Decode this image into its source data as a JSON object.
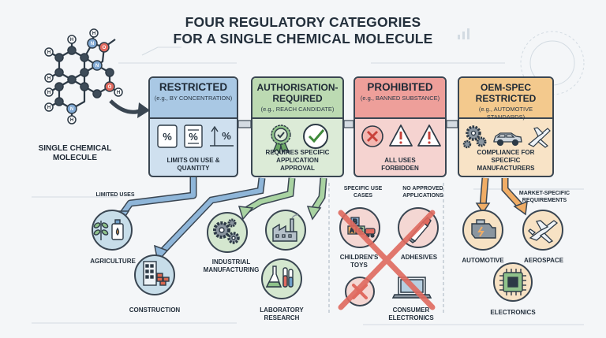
{
  "title_line1": "FOUR REGULATORY CATEGORIES",
  "title_line2": "FOR A SINGLE CHEMICAL MOLECULE",
  "molecule_label": "SINGLE CHEMICAL MOLECULE",
  "molecule_atoms": [
    "H",
    "H",
    "H",
    "H",
    "H",
    "H",
    "H",
    "H",
    "N",
    "N",
    "N",
    "O",
    "O"
  ],
  "categories": [
    {
      "title": "RESTRICTED",
      "subtitle": "(e.g., BY CONCENTRATION)",
      "description": "LIMITS ON USE & QUANTITY",
      "color": "#cfe0ef",
      "head_color": "#a9c8e4"
    },
    {
      "title": "AUTHORISATION-REQUIRED",
      "subtitle": "(e.g., REACH CANDIDATE)",
      "description": "REQUIRES SPECIFIC APPLICATION APPROVAL",
      "color": "#dcebd7",
      "head_color": "#bcdab2"
    },
    {
      "title": "PROHIBITED",
      "subtitle": "(e.g., BANNED SUBSTANCE)",
      "description": "ALL USES FORBIDDEN",
      "color": "#f5d3d0",
      "head_color": "#ee9f9a"
    },
    {
      "title": "OEM-SPEC RESTRICTED",
      "subtitle": "(e.g., AUTOMOTIVE STANDARDS)",
      "description": "COMPLIANCE FOR SPECIFIC MANUFACTURERS",
      "color": "#f8e3c6",
      "head_color": "#f3c98d"
    }
  ],
  "restricted_icons": [
    "%",
    "%",
    "%"
  ],
  "flow_labels": {
    "limited_uses": "LIMITED USES",
    "specific_use_cases": "SPECIFIC USE CASES",
    "no_approved_applications": "NO APPROVED APPLICATIONS",
    "market_specific": "MARKET-SPECIFIC REQUIREMENTS"
  },
  "uses": {
    "agriculture": "AGRICULTURE",
    "construction": "CONSTRUCTION",
    "industrial": "INDUSTRIAL MANUFACTURING",
    "laboratory": "LABORATORY RESEARCH",
    "childrens_toys": "CHILDREN'S TOYS",
    "adhesives": "ADHESIVES",
    "consumer_electronics": "CONSUMER ELECTRONICS",
    "automotive": "AUTOMOTIVE",
    "aerospace": "AEROSPACE",
    "electronics": "ELECTRONICS"
  },
  "toy_block_letters": [
    "A",
    "B",
    "C"
  ],
  "colors": {
    "blue_arrow": "#6f9fc9",
    "green_arrow": "#8fc28a",
    "red_cross": "#e06a5f",
    "orange_arrow": "#ee9a45",
    "outline": "#3a4652",
    "circle_fill": "#c9dce8"
  }
}
